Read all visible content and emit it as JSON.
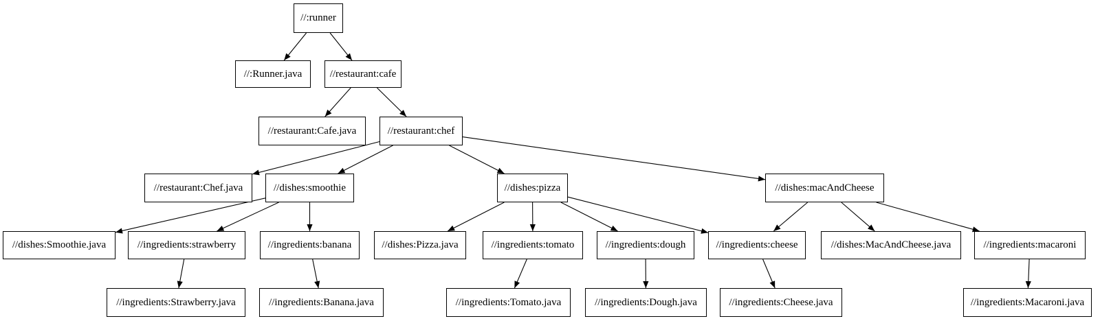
{
  "diagram": {
    "title": "bazel-target-dependency-graph",
    "background_color": "#ffffff",
    "node_fill_color": "#ffffff",
    "node_border_color": "#000000",
    "text_color": "#000000",
    "edge_color": "#000000"
  },
  "graph": {
    "nodes": [
      {
        "id": "runner",
        "label": "//:runner"
      },
      {
        "id": "runner-java",
        "label": "//:Runner.java"
      },
      {
        "id": "cafe",
        "label": "//restaurant:cafe"
      },
      {
        "id": "cafe-java",
        "label": "//restaurant:Cafe.java"
      },
      {
        "id": "chef",
        "label": "//restaurant:chef"
      },
      {
        "id": "chef-java",
        "label": "//restaurant:Chef.java"
      },
      {
        "id": "smoothie",
        "label": "//dishes:smoothie"
      },
      {
        "id": "pizza",
        "label": "//dishes:pizza"
      },
      {
        "id": "mac-and-cheese",
        "label": "//dishes:macAndCheese"
      },
      {
        "id": "smoothie-java",
        "label": "//dishes:Smoothie.java"
      },
      {
        "id": "strawberry",
        "label": "//ingredients:strawberry"
      },
      {
        "id": "banana",
        "label": "//ingredients:banana"
      },
      {
        "id": "pizza-java",
        "label": "//dishes:Pizza.java"
      },
      {
        "id": "tomato",
        "label": "//ingredients:tomato"
      },
      {
        "id": "dough",
        "label": "//ingredients:dough"
      },
      {
        "id": "cheese",
        "label": "//ingredients:cheese"
      },
      {
        "id": "mac-and-cheese-java",
        "label": "//dishes:MacAndCheese.java"
      },
      {
        "id": "macaroni",
        "label": "//ingredients:macaroni"
      },
      {
        "id": "strawberry-java",
        "label": "//ingredients:Strawberry.java"
      },
      {
        "id": "banana-java",
        "label": "//ingredients:Banana.java"
      },
      {
        "id": "tomato-java",
        "label": "//ingredients:Tomato.java"
      },
      {
        "id": "dough-java",
        "label": "//ingredients:Dough.java"
      },
      {
        "id": "cheese-java",
        "label": "//ingredients:Cheese.java"
      },
      {
        "id": "macaroni-java",
        "label": "//ingredients:Macaroni.java"
      }
    ],
    "edges": [
      {
        "from": "runner",
        "to": "runner-java"
      },
      {
        "from": "runner",
        "to": "cafe"
      },
      {
        "from": "cafe",
        "to": "cafe-java"
      },
      {
        "from": "cafe",
        "to": "chef"
      },
      {
        "from": "chef",
        "to": "chef-java"
      },
      {
        "from": "chef",
        "to": "smoothie"
      },
      {
        "from": "chef",
        "to": "pizza"
      },
      {
        "from": "chef",
        "to": "mac-and-cheese"
      },
      {
        "from": "smoothie",
        "to": "smoothie-java"
      },
      {
        "from": "smoothie",
        "to": "strawberry"
      },
      {
        "from": "smoothie",
        "to": "banana"
      },
      {
        "from": "pizza",
        "to": "pizza-java"
      },
      {
        "from": "pizza",
        "to": "tomato"
      },
      {
        "from": "pizza",
        "to": "dough"
      },
      {
        "from": "pizza",
        "to": "cheese"
      },
      {
        "from": "mac-and-cheese",
        "to": "cheese"
      },
      {
        "from": "mac-and-cheese",
        "to": "mac-and-cheese-java"
      },
      {
        "from": "mac-and-cheese",
        "to": "macaroni"
      },
      {
        "from": "strawberry",
        "to": "strawberry-java"
      },
      {
        "from": "banana",
        "to": "banana-java"
      },
      {
        "from": "tomato",
        "to": "tomato-java"
      },
      {
        "from": "dough",
        "to": "dough-java"
      },
      {
        "from": "cheese",
        "to": "cheese-java"
      },
      {
        "from": "macaroni",
        "to": "macaroni-java"
      }
    ]
  }
}
